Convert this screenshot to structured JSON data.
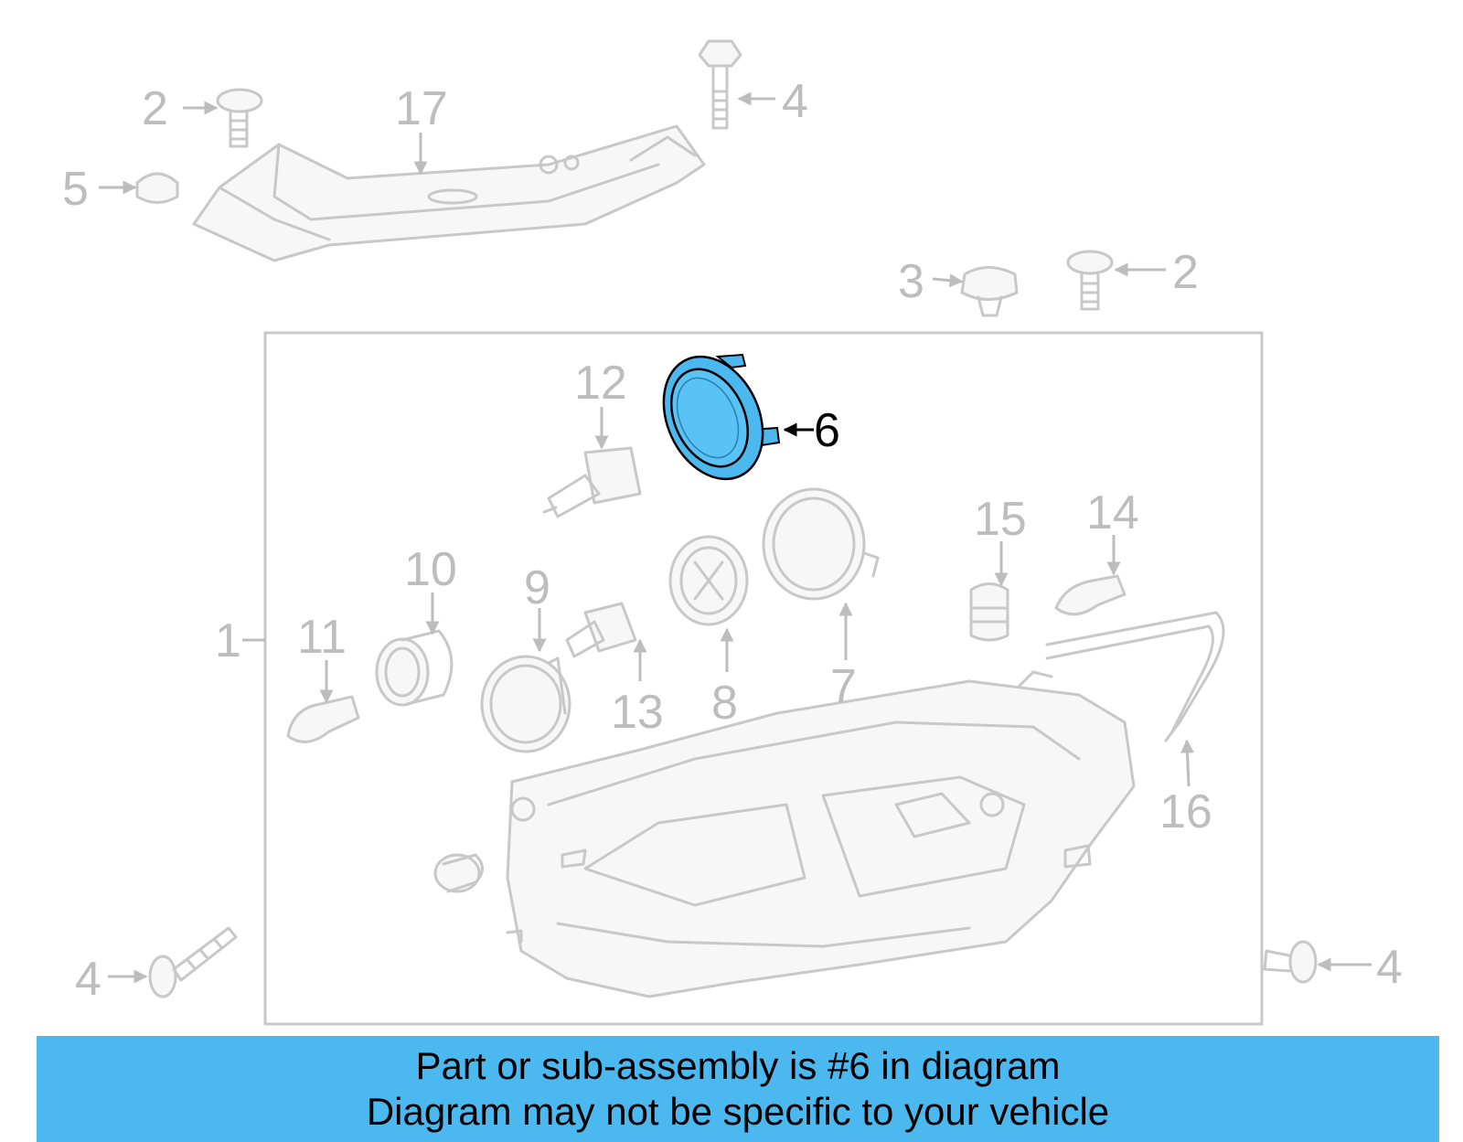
{
  "diagram": {
    "callouts": {
      "c1": "1",
      "c2a": "2",
      "c2b": "2",
      "c3": "3",
      "c4a": "4",
      "c4b": "4",
      "c4c": "4",
      "c5": "5",
      "c6": "6",
      "c7": "7",
      "c8": "8",
      "c9": "9",
      "c10": "10",
      "c11": "11",
      "c12": "12",
      "c13": "13",
      "c14": "14",
      "c15": "15",
      "c16": "16",
      "c17": "17"
    },
    "highlighted_part": "6",
    "colors": {
      "highlight_fill": "#4cb8f0",
      "ghost_stroke": "#c8c8c8",
      "banner_bg": "#4cb8f0"
    }
  },
  "banner": {
    "line1": "Part or sub-assembly is #6 in diagram",
    "line2": "Diagram may not be specific to your vehicle"
  }
}
